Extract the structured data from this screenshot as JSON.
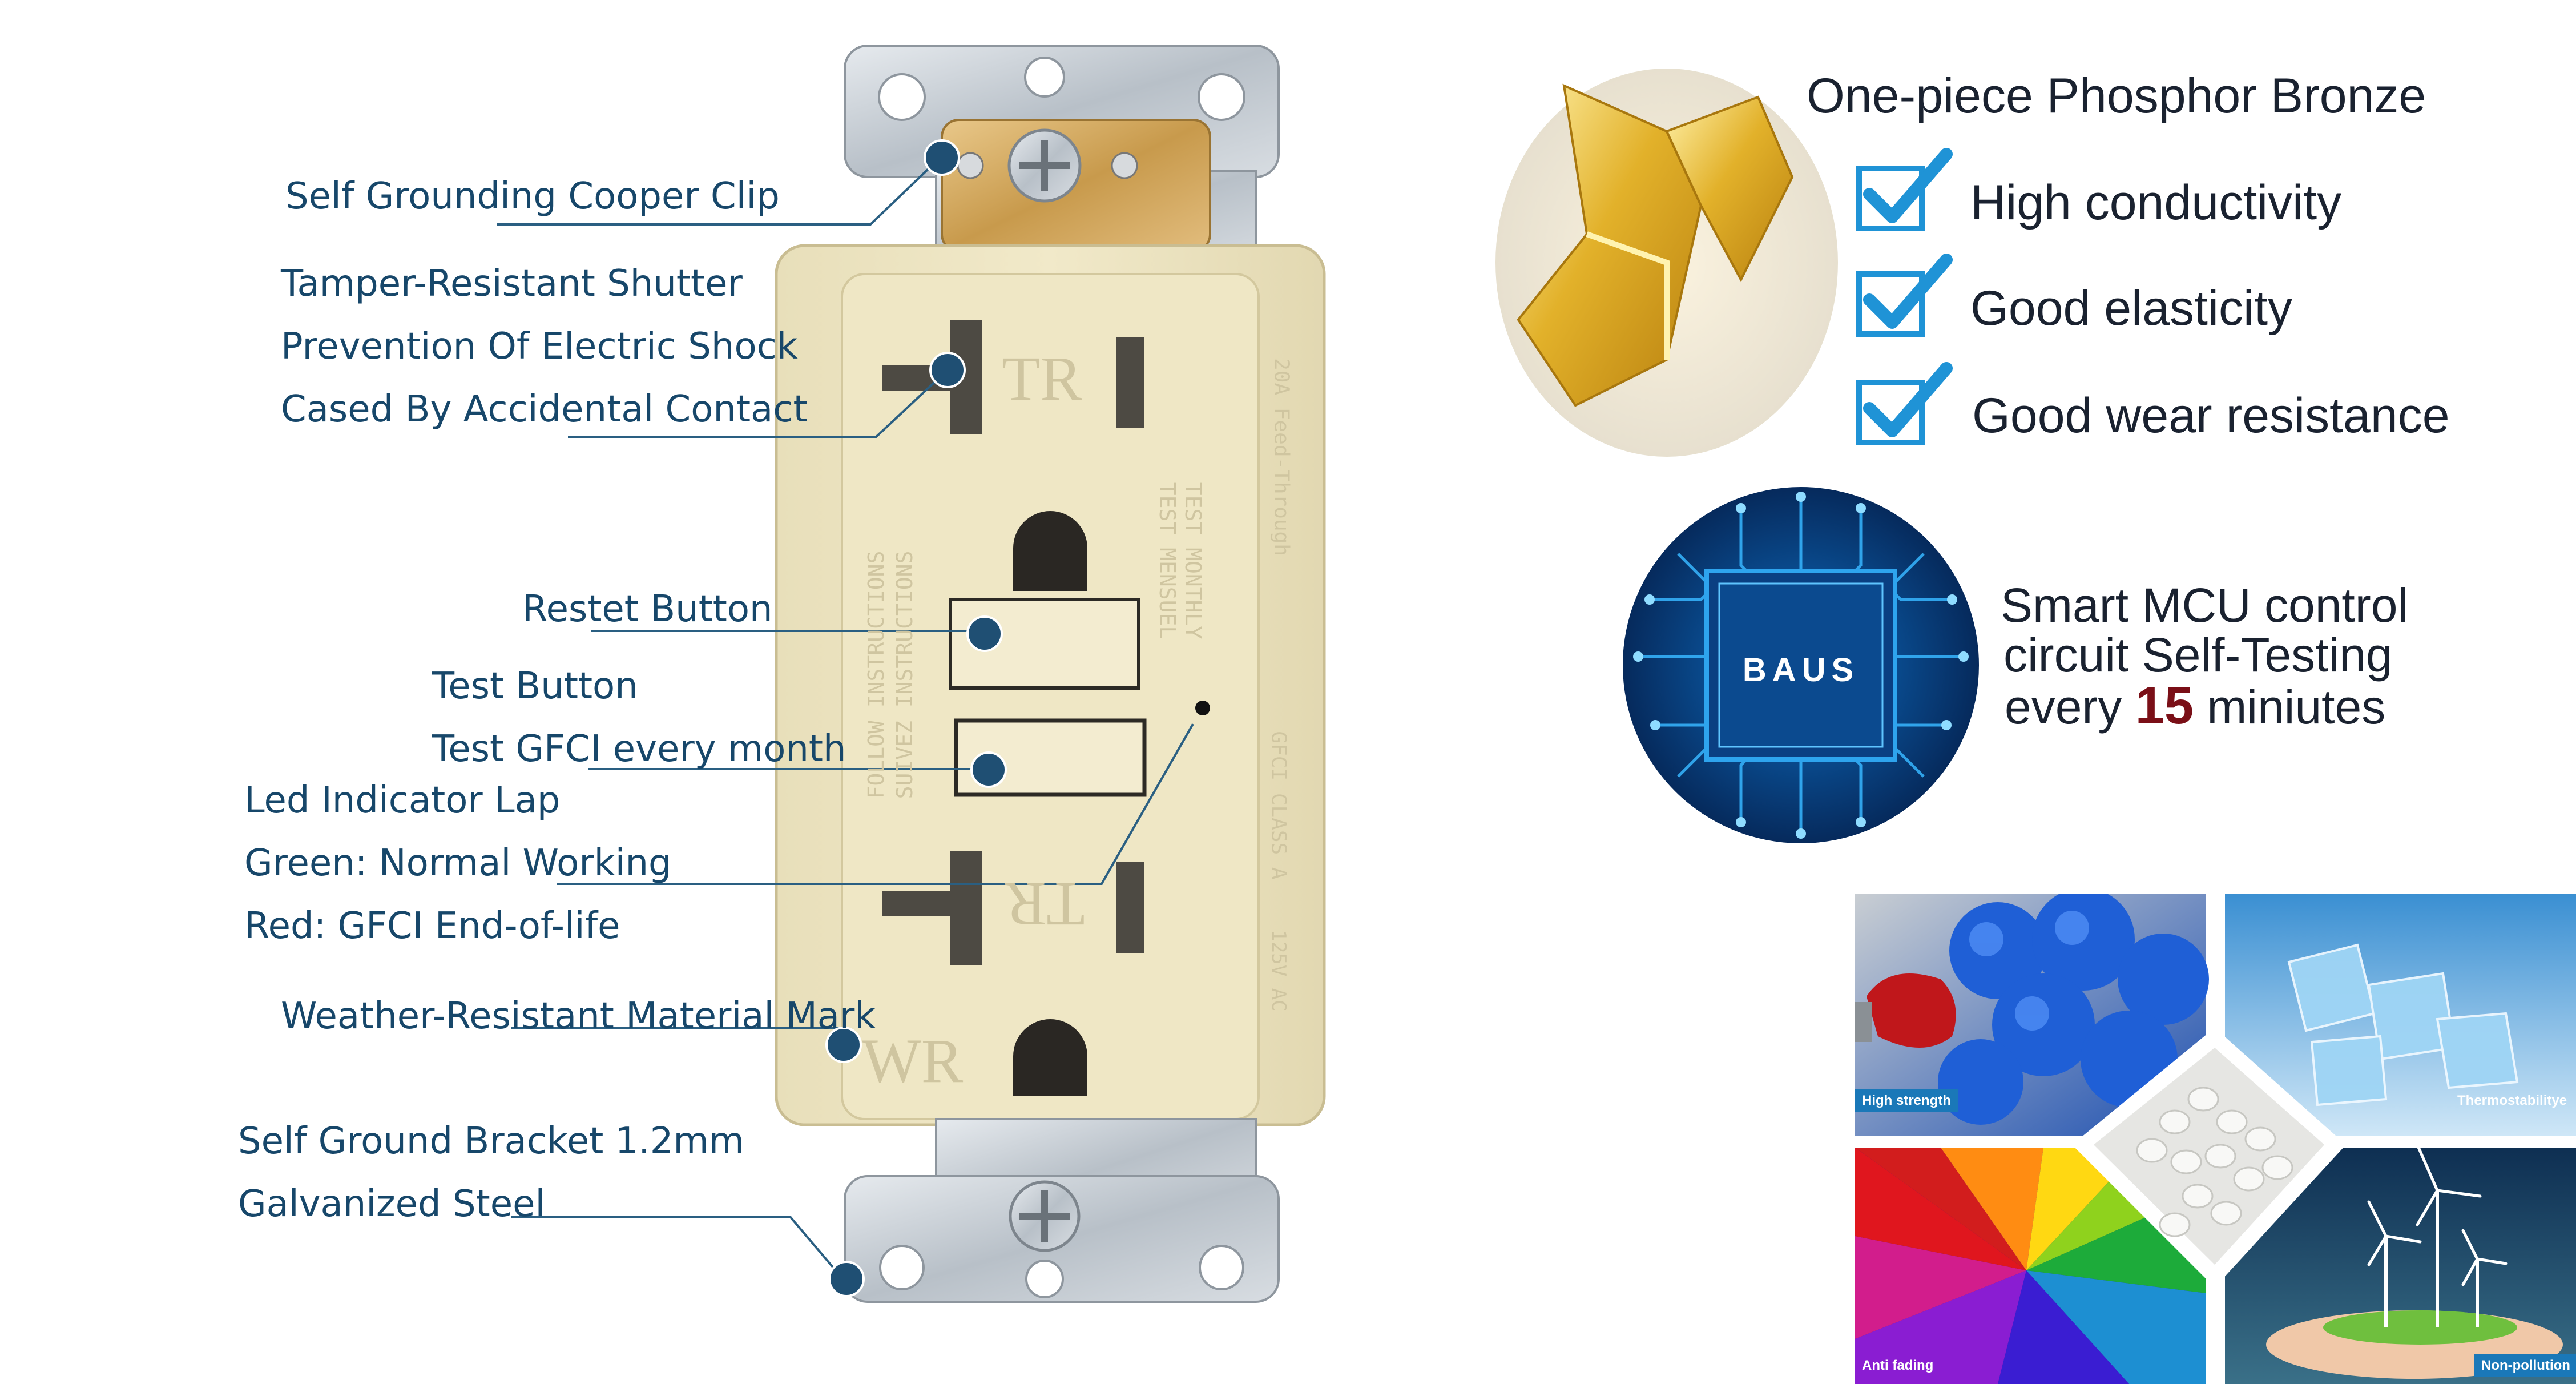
{
  "callouts": {
    "grounding_clip": "Self Grounding Cooper Clip",
    "tamper_1": "Tamper-Resistant Shutter",
    "tamper_2": "Prevention Of Electric Shock",
    "tamper_3": "Cased By Accidental Contact",
    "reset_button": "Restet Button",
    "test_button_1": "Test Button",
    "test_button_2": "Test GFCI every month",
    "led_1": "Led Indicator Lap",
    "led_2": "Green: Normal Working",
    "led_3": "Red: GFCI End-of-life",
    "weather_mark": "Weather-Resistant Material Mark",
    "bracket_1": "Self Ground Bracket 1.2mm",
    "bracket_2": "Galvanized Steel"
  },
  "outlet": {
    "face_tr_top": "TR",
    "face_tr_bottom": "TR",
    "face_wr": "WR",
    "side_text_1": "FOLLOW INSTRUCTIONS",
    "side_text_2": "SUIVEZ INSTRUCTIONS",
    "side_text_3": "TEST MONTHLY",
    "side_text_4": "TEST MENSUEL",
    "side_text_5": "20A Feed-Through",
    "side_text_6": "GFCI CLASS A",
    "side_text_7": "125V AC"
  },
  "features": {
    "title": "One-piece Phosphor Bronze",
    "items": [
      {
        "label": "High conductivity"
      },
      {
        "label": "Good elasticity"
      },
      {
        "label": "Good wear resistance"
      }
    ]
  },
  "mcu": {
    "chip_logo": "BAUS",
    "line1": "Smart MCU control",
    "line2": "circuit Self-Testing",
    "line3_prefix": "every ",
    "line3_number": "15",
    "line3_suffix": " miniutes"
  },
  "materials": {
    "high_strength": "High strength",
    "thermostability": "Thermostabilitye",
    "anti_fading": "Anti fading",
    "non_pollution": "Non-pollution"
  },
  "colors": {
    "callout_text": "#17476a",
    "leader_line": "#2a5f82",
    "marker_dot": "#1f4f73",
    "outlet_body": "#efe7c6",
    "check_blue": "#1f93d6",
    "mcu_accent": "#7a0f17",
    "circuit_blue": "#0a5aa8",
    "label_blue": "#1a78b8"
  },
  "icons": {
    "checkbox": "checkbox-check-icon",
    "screw": "screw-icon"
  }
}
